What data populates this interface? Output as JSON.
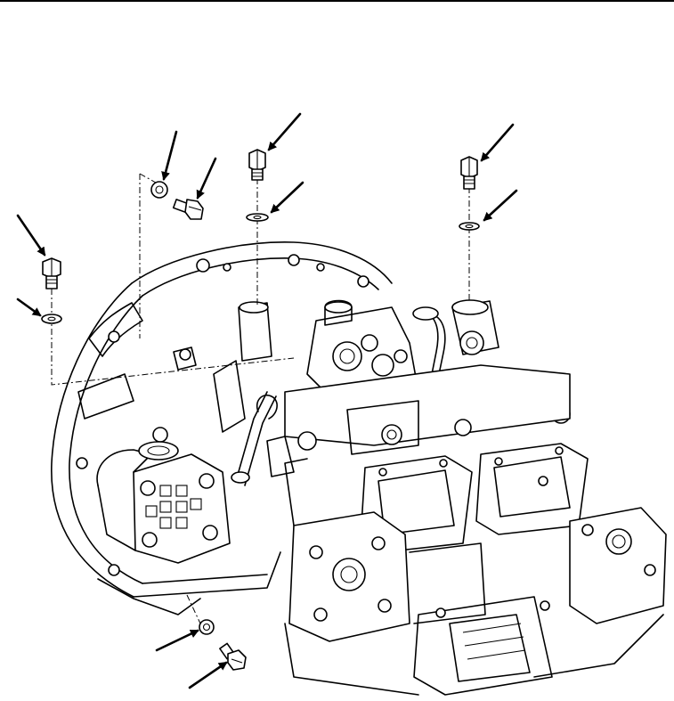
{
  "figure": {
    "parts": [
      {
        "name": "screw-top-center"
      },
      {
        "name": "washer-top-center"
      },
      {
        "name": "screw-top-right"
      },
      {
        "name": "washer-top-right"
      },
      {
        "name": "washer-top-left"
      },
      {
        "name": "screw-top-left"
      },
      {
        "name": "screw-left"
      },
      {
        "name": "washer-left"
      },
      {
        "name": "washer-bottom"
      },
      {
        "name": "screw-bottom"
      }
    ],
    "colors": {
      "line": "#000000",
      "paper": "#ffffff"
    }
  }
}
